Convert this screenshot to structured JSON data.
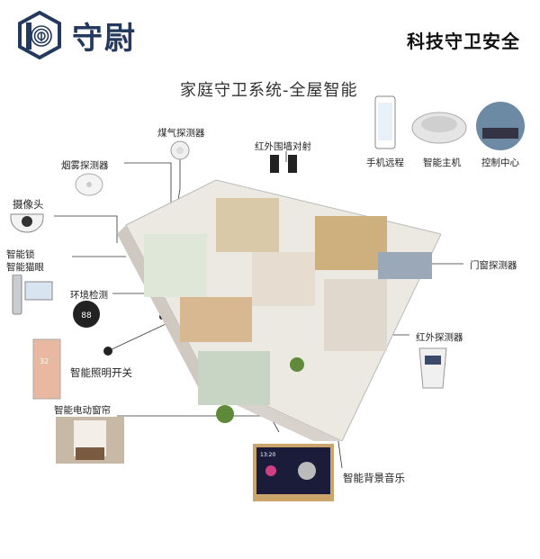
{
  "brand": {
    "name": "守尉",
    "logo_icon": "shield-fingerprint-icon",
    "color": "#23395d"
  },
  "slogan": "科技守卫安全",
  "title": "家庭守卫系统-全屋智能",
  "devices": [
    {
      "id": "gas",
      "label": "煤气探测器",
      "icon": "gas-detector-icon"
    },
    {
      "id": "ir-wall",
      "label": "红外围墙对射",
      "icon": "infrared-beam-icon"
    },
    {
      "id": "phone",
      "label": "手机远程",
      "icon": "smartphone-icon"
    },
    {
      "id": "host",
      "label": "智能主机",
      "icon": "smart-host-icon"
    },
    {
      "id": "control",
      "label": "控制中心",
      "icon": "control-center-icon"
    },
    {
      "id": "smoke",
      "label": "烟雾探测器",
      "icon": "smoke-detector-icon"
    },
    {
      "id": "camera",
      "label": "摄像头",
      "icon": "camera-icon"
    },
    {
      "id": "lock",
      "label": "智能锁",
      "icon": "smart-lock-icon"
    },
    {
      "id": "peephole",
      "label": "智能猫眼",
      "icon": "peephole-icon"
    },
    {
      "id": "env",
      "label": "环境检测",
      "icon": "environment-monitor-icon"
    },
    {
      "id": "light",
      "label": "智能照明开关",
      "icon": "light-switch-icon"
    },
    {
      "id": "curtain",
      "label": "智能电动窗帘",
      "icon": "curtain-icon"
    },
    {
      "id": "door",
      "label": "门窗探测器",
      "icon": "door-sensor-icon"
    },
    {
      "id": "ir",
      "label": "红外探测器",
      "icon": "infrared-detector-icon"
    },
    {
      "id": "music",
      "label": "智能背景音乐",
      "icon": "music-panel-icon"
    }
  ],
  "displays": {
    "light_panel_temp": "32",
    "env_screen": "88",
    "music_time": "13:20"
  }
}
